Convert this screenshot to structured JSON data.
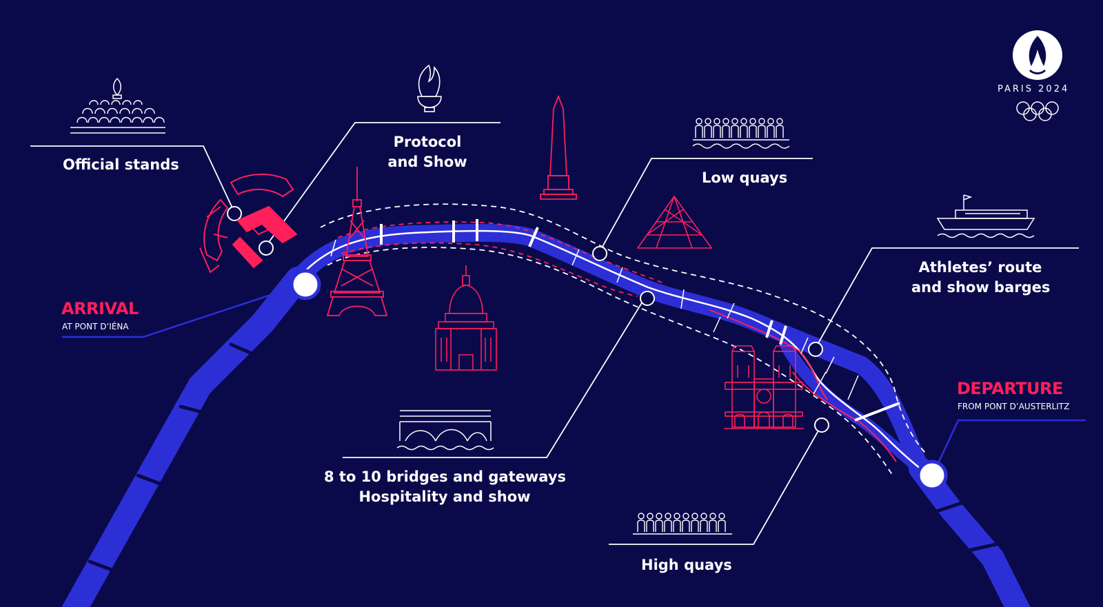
{
  "colors": {
    "background": "#0a0a4a",
    "river": "#2d2fd6",
    "river_core": "#3a3cf0",
    "accent_red": "#ff1f5a",
    "line_white": "#ffffff",
    "route_blue": "#2d2fd6"
  },
  "logo": {
    "wordmark": "PARIS 2024",
    "icons": [
      "flame-face-icon",
      "olympic-rings-icon"
    ]
  },
  "labels": {
    "official_stands": "Official stands",
    "protocol_line1": "Protocol",
    "protocol_line2": "and Show",
    "low_quays": "Low quays",
    "athletes_line1": "Athletes’ route",
    "athletes_line2": "and show barges",
    "bridges_line1": "8 to 10 bridges and gateways",
    "bridges_line2": "Hospitality and show",
    "high_quays": "High quays"
  },
  "arrival": {
    "title": "ARRIVAL",
    "subtitle": "AT PONT D’IÉNA"
  },
  "departure": {
    "title": "DEPARTURE",
    "subtitle": "FROM PONT D’AUSTERLITZ"
  },
  "landmarks": [
    "eiffel-tower-icon",
    "obelisk-icon",
    "louvre-pyramid-icon",
    "invalides-dome-icon",
    "notre-dame-icon",
    "trocadero-icon"
  ],
  "pictograms": [
    "stands-flame-icon",
    "olympic-cauldron-icon",
    "crowd-low-quays-icon",
    "barge-icon",
    "bridge-icon",
    "crowd-high-quays-icon"
  ]
}
